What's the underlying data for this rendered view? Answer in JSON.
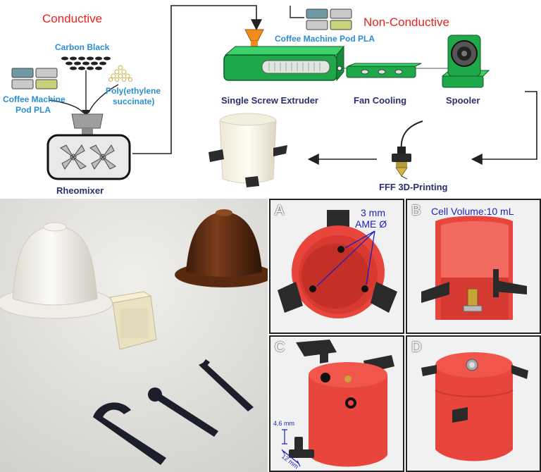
{
  "top": {
    "conductive_title": "Conductive",
    "nonconductive_title": "Non-Conductive",
    "carbon_black": "Carbon Black",
    "coffee_pod_pla_left_1": "Coffee Machine",
    "coffee_pod_pla_left_2": "Pod PLA",
    "pes_1": "Poly(ethylene",
    "pes_2": "succinate)",
    "rheomixer": "Rheomixer",
    "coffee_pod_pla_right": "Coffee Machine Pod PLA",
    "extruder": "Single Screw Extruder",
    "fan_cooling": "Fan Cooling",
    "spooler": "Spooler",
    "fff": "FFF 3D-Printing"
  },
  "panels": {
    "a": {
      "letter": "A",
      "ann1": "3 mm",
      "ann2": "AME Ø"
    },
    "b": {
      "letter": "B",
      "ann": "Cell Volume:10 mL"
    },
    "c": {
      "letter": "C",
      "dim_height": "4.6 mm",
      "dim_width": "12 mm"
    },
    "d": {
      "letter": "D"
    }
  },
  "colors": {
    "green": "#1fa84a",
    "red_part": "#e8453c",
    "brown_pod": "#6b3416",
    "panel_bg": "#f2f2f2",
    "border_dark": "#1a1a1a"
  }
}
